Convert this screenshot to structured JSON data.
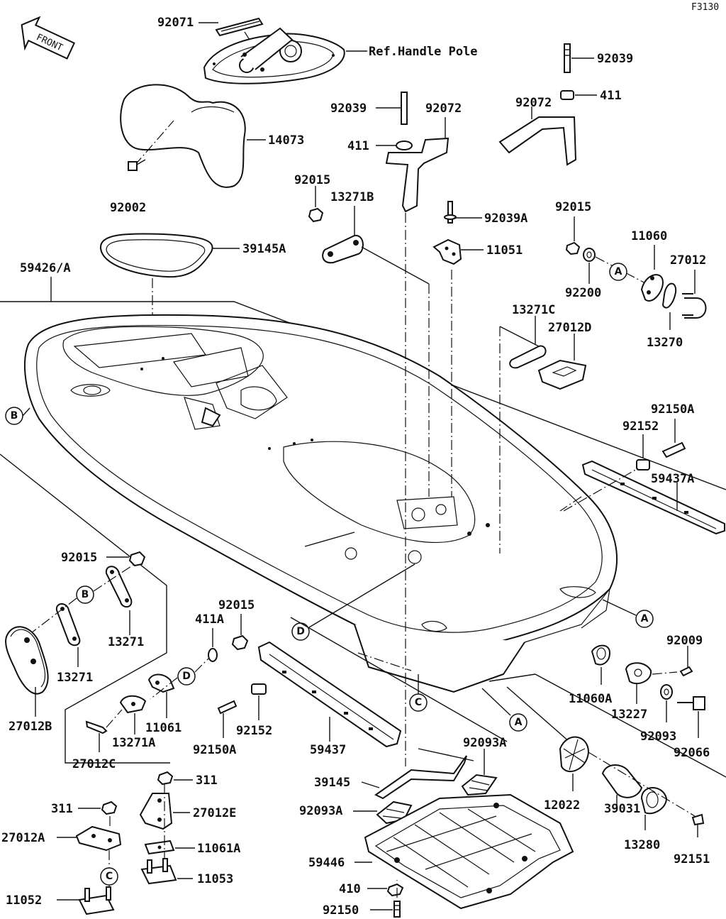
{
  "figure_code": "F3130",
  "front_label": "FRONT",
  "callouts": {
    "c92071": "92071",
    "ref_handle_pole": "Ref.Handle Pole",
    "c92039_top": "92039",
    "c411_top": "411",
    "c92039_mid": "92039",
    "c92072_mid": "92072",
    "c92072_right": "92072",
    "c14073": "14073",
    "c411_mid": "411",
    "c92002": "92002",
    "c92015_top": "92015",
    "c13271B": "13271B",
    "c92039A": "92039A",
    "c92015_right": "92015",
    "c11060": "11060",
    "c27012": "27012",
    "c11051": "11051",
    "c39145A": "39145A",
    "c59426A": "59426/A",
    "c92200": "92200",
    "c13271C": "13271C",
    "c27012D": "27012D",
    "c13270": "13270",
    "c92150A_right": "92150A",
    "c92152_right": "92152",
    "c59437A": "59437A",
    "c92015_left": "92015",
    "c13271_a": "13271",
    "c13271_b": "13271",
    "c27012B": "27012B",
    "c92015_center": "92015",
    "c411A": "411A",
    "c11061": "11061",
    "c13271A": "13271A",
    "c27012C": "27012C",
    "c92152_center": "92152",
    "c92150A_center": "92150A",
    "c59437": "59437",
    "c92009": "92009",
    "c11060A": "11060A",
    "c13227": "13227",
    "c92093": "92093",
    "c92066": "92066",
    "c92093A_top": "92093A",
    "c39145": "39145",
    "c92093A_mid": "92093A",
    "c12022": "12022",
    "c39031": "39031",
    "c13280": "13280",
    "c92151": "92151",
    "c311_a": "311",
    "c311_b": "311",
    "c27012E": "27012E",
    "c27012A": "27012A",
    "c11061A": "11061A",
    "c11053": "11053",
    "c11052": "11052",
    "c59446": "59446",
    "c410": "410",
    "c92150": "92150"
  },
  "markers": {
    "A": "A",
    "B": "B",
    "C": "C",
    "D": "D"
  }
}
